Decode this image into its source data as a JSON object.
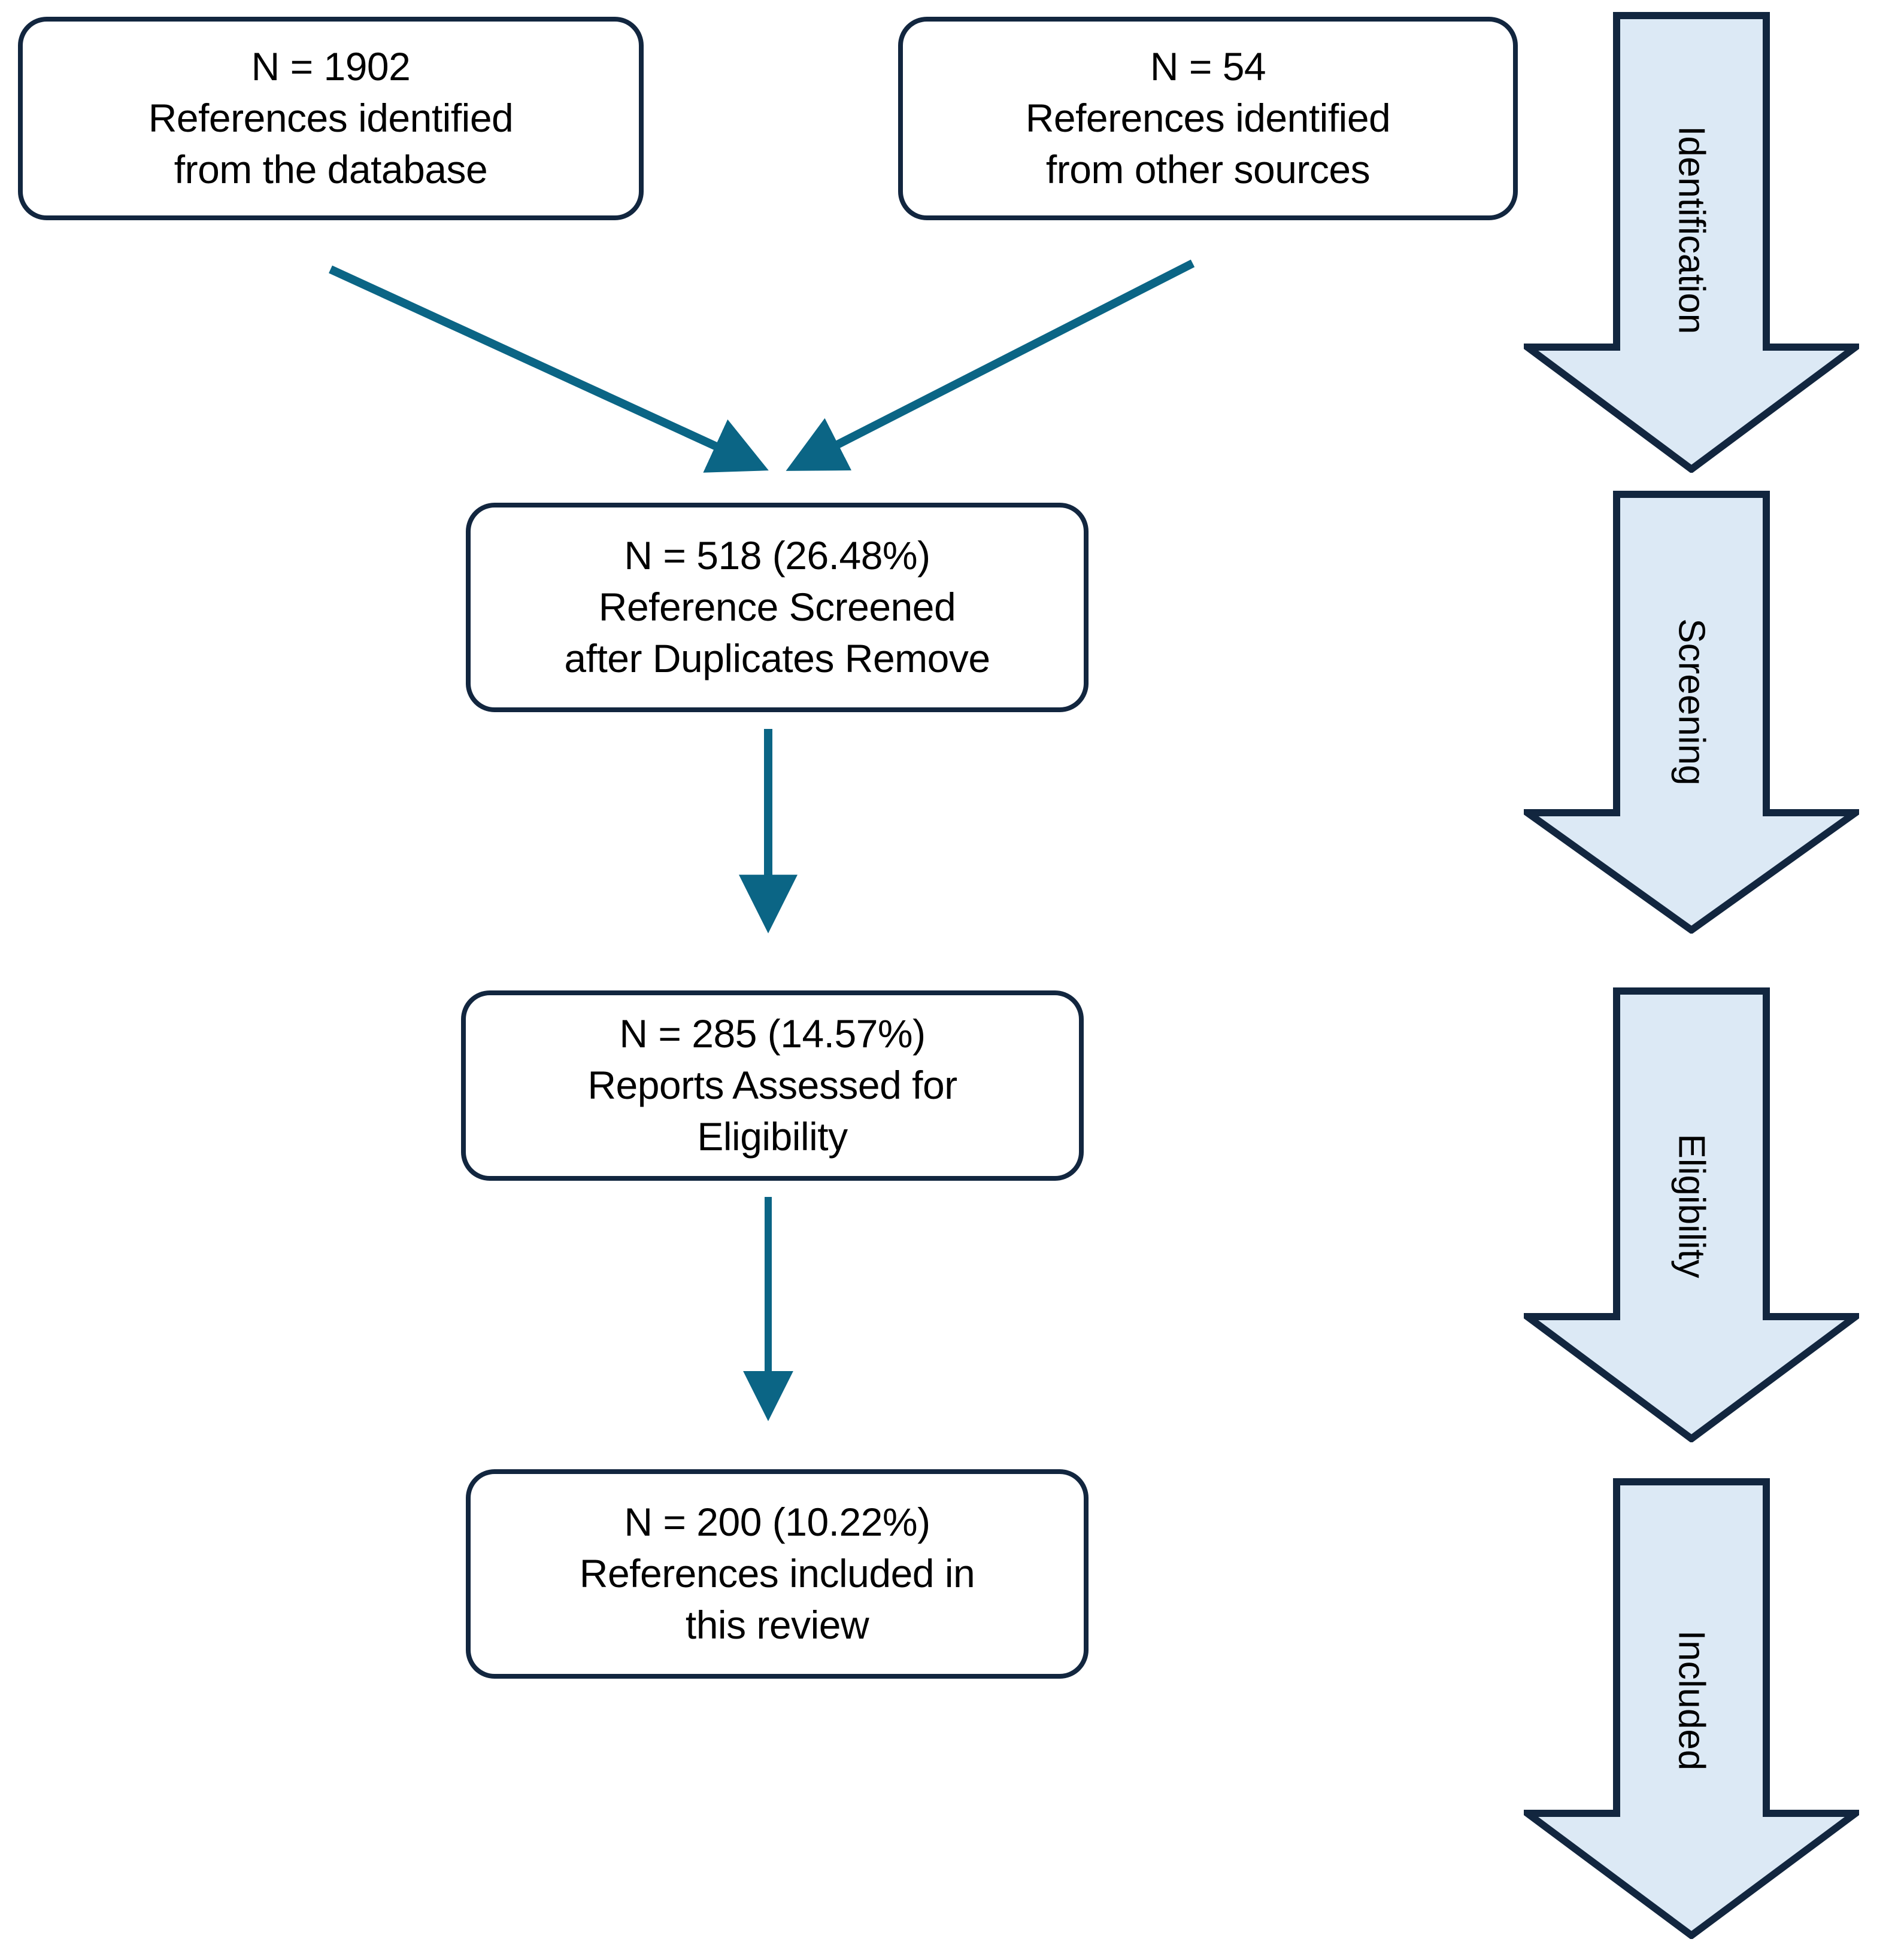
{
  "diagram": {
    "title": "PRISMA flow diagram",
    "colors": {
      "box_border": "#12263F",
      "box_fill": "#FFFFFF",
      "connector": "#0B6585",
      "stage_arrow_fill": "#DCE9F5",
      "stage_arrow_border": "#12263F",
      "text": "#000000"
    }
  },
  "boxes": {
    "database": {
      "count_line": "N = 1902",
      "line2": "References identified",
      "line3": "from the database",
      "n": 1902
    },
    "other_sources": {
      "count_line": "N = 54",
      "line2": "References identified",
      "line3": "from other sources",
      "n": 54
    },
    "screened": {
      "count_line": "N = 518 (26.48%)",
      "line2": "Reference Screened",
      "line3": "after Duplicates Remove",
      "n": 518,
      "percent": "26.48%"
    },
    "eligibility": {
      "count_line": "N = 285 (14.57%)",
      "line2": "Reports Assessed for",
      "line3": "Eligibility",
      "n": 285,
      "percent": "14.57%"
    },
    "included": {
      "count_line": "N = 200 (10.22%)",
      "line2": "References included in",
      "line3": "this review",
      "n": 200,
      "percent": "10.22%"
    }
  },
  "stages": [
    {
      "label": "Identification"
    },
    {
      "label": "Screening"
    },
    {
      "label": "Eligibility"
    },
    {
      "label": "Included"
    }
  ]
}
